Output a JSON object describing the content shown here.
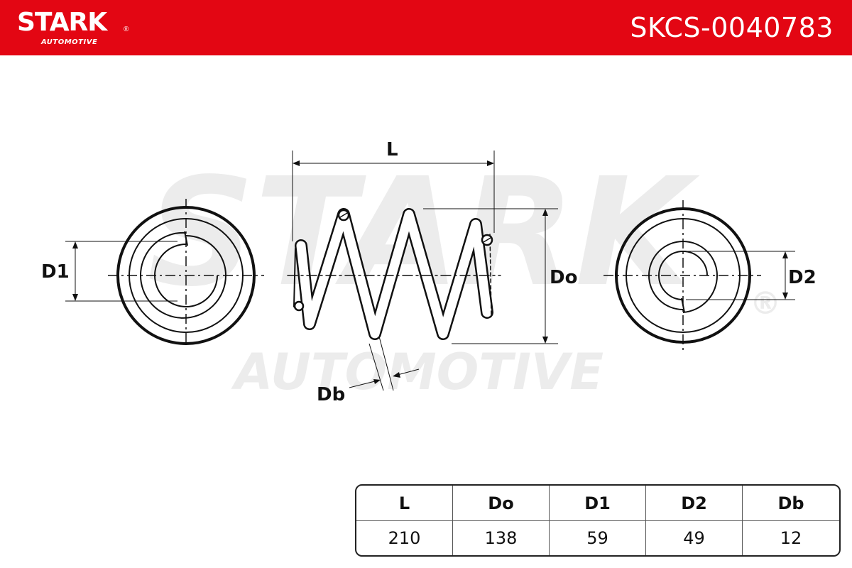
{
  "header": {
    "brand_name": "STARK",
    "brand_registered": "®",
    "brand_sub": "AUTOMOTIVE",
    "part_number": "SKCS-0040783",
    "background_color": "#e30613"
  },
  "watermark": {
    "line1": "STARK",
    "line2": "AUTOMOTIVE",
    "registered": "®"
  },
  "diagram": {
    "labels": {
      "length": "L",
      "outer_diameter": "Do",
      "inner_diameter_1": "D1",
      "inner_diameter_2": "D2",
      "wire_diameter": "Db"
    }
  },
  "spec_table": {
    "headers": [
      "L",
      "Do",
      "D1",
      "D2",
      "Db"
    ],
    "values": [
      "210",
      "138",
      "59",
      "49",
      "12"
    ]
  }
}
